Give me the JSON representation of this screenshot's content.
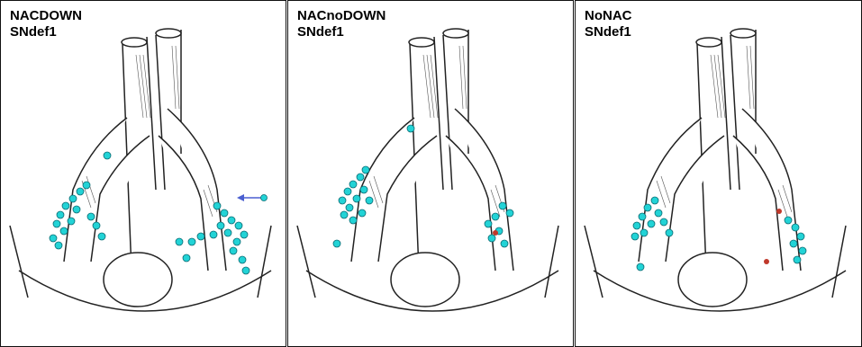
{
  "panels": [
    {
      "title": "NACDOWN",
      "subtitle": "SNdef1"
    },
    {
      "title": "NACnoDOWN",
      "subtitle": "SNdef1"
    },
    {
      "title": "NoNAC",
      "subtitle": "SNdef1"
    }
  ],
  "colors": {
    "node": "#22d3d6",
    "node_outline": "#0b6b73",
    "positive_node": "#c0392b",
    "arrow": "#4a5fd0",
    "line": "#222222"
  }
}
